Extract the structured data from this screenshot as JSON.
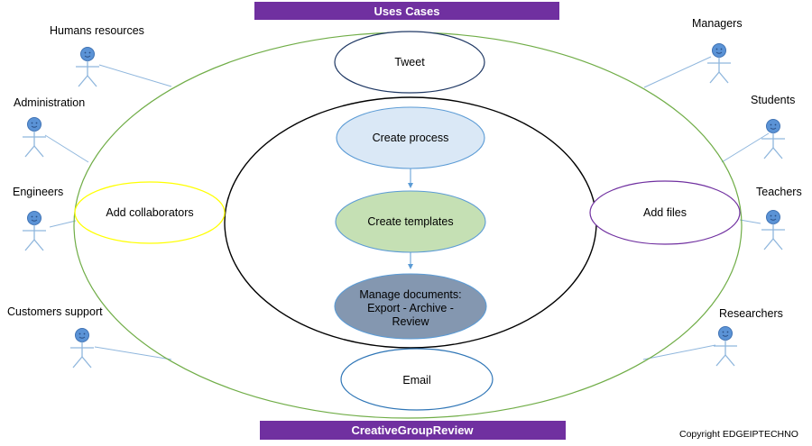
{
  "banners": {
    "top": "Uses Cases",
    "bottom": "CreativeGroupReview"
  },
  "actors": {
    "left": [
      {
        "name": "Humans resources"
      },
      {
        "name": "Administration"
      },
      {
        "name": "Engineers"
      },
      {
        "name": "Customers support"
      }
    ],
    "right": [
      {
        "name": "Managers"
      },
      {
        "name": "Students"
      },
      {
        "name": "Teachers"
      },
      {
        "name": "Researchers"
      }
    ]
  },
  "use_cases": {
    "tweet": "Tweet",
    "create_process": "Create process",
    "create_templates": "Create templates",
    "manage_documents": [
      "Manage documents:",
      "Export - Archive -",
      "Review"
    ],
    "add_collaborators": "Add collaborators",
    "add_files": "Add files",
    "email": "Email"
  },
  "copyright": "Copyright EDGEIPTECHNO",
  "colors": {
    "banner": "#7030a0",
    "outer_boundary": "#70ad47",
    "inner_boundary": "#000000",
    "tweet_border": "#1f3864",
    "create_process_fill": "#dae8f6",
    "create_process_border": "#5b9bd5",
    "create_templates_fill": "#c5e0b4",
    "create_templates_border": "#5b9bd5",
    "manage_documents_fill": "#8497b0",
    "manage_documents_border": "#5b9bd5",
    "add_collaborators_border": "#ffff00",
    "add_files_border": "#7030a0",
    "email_border": "#2e75b6",
    "actor_head": "#5b9bd5",
    "actor_body": "#8fb6dd",
    "arrow": "#5b9bd5"
  }
}
